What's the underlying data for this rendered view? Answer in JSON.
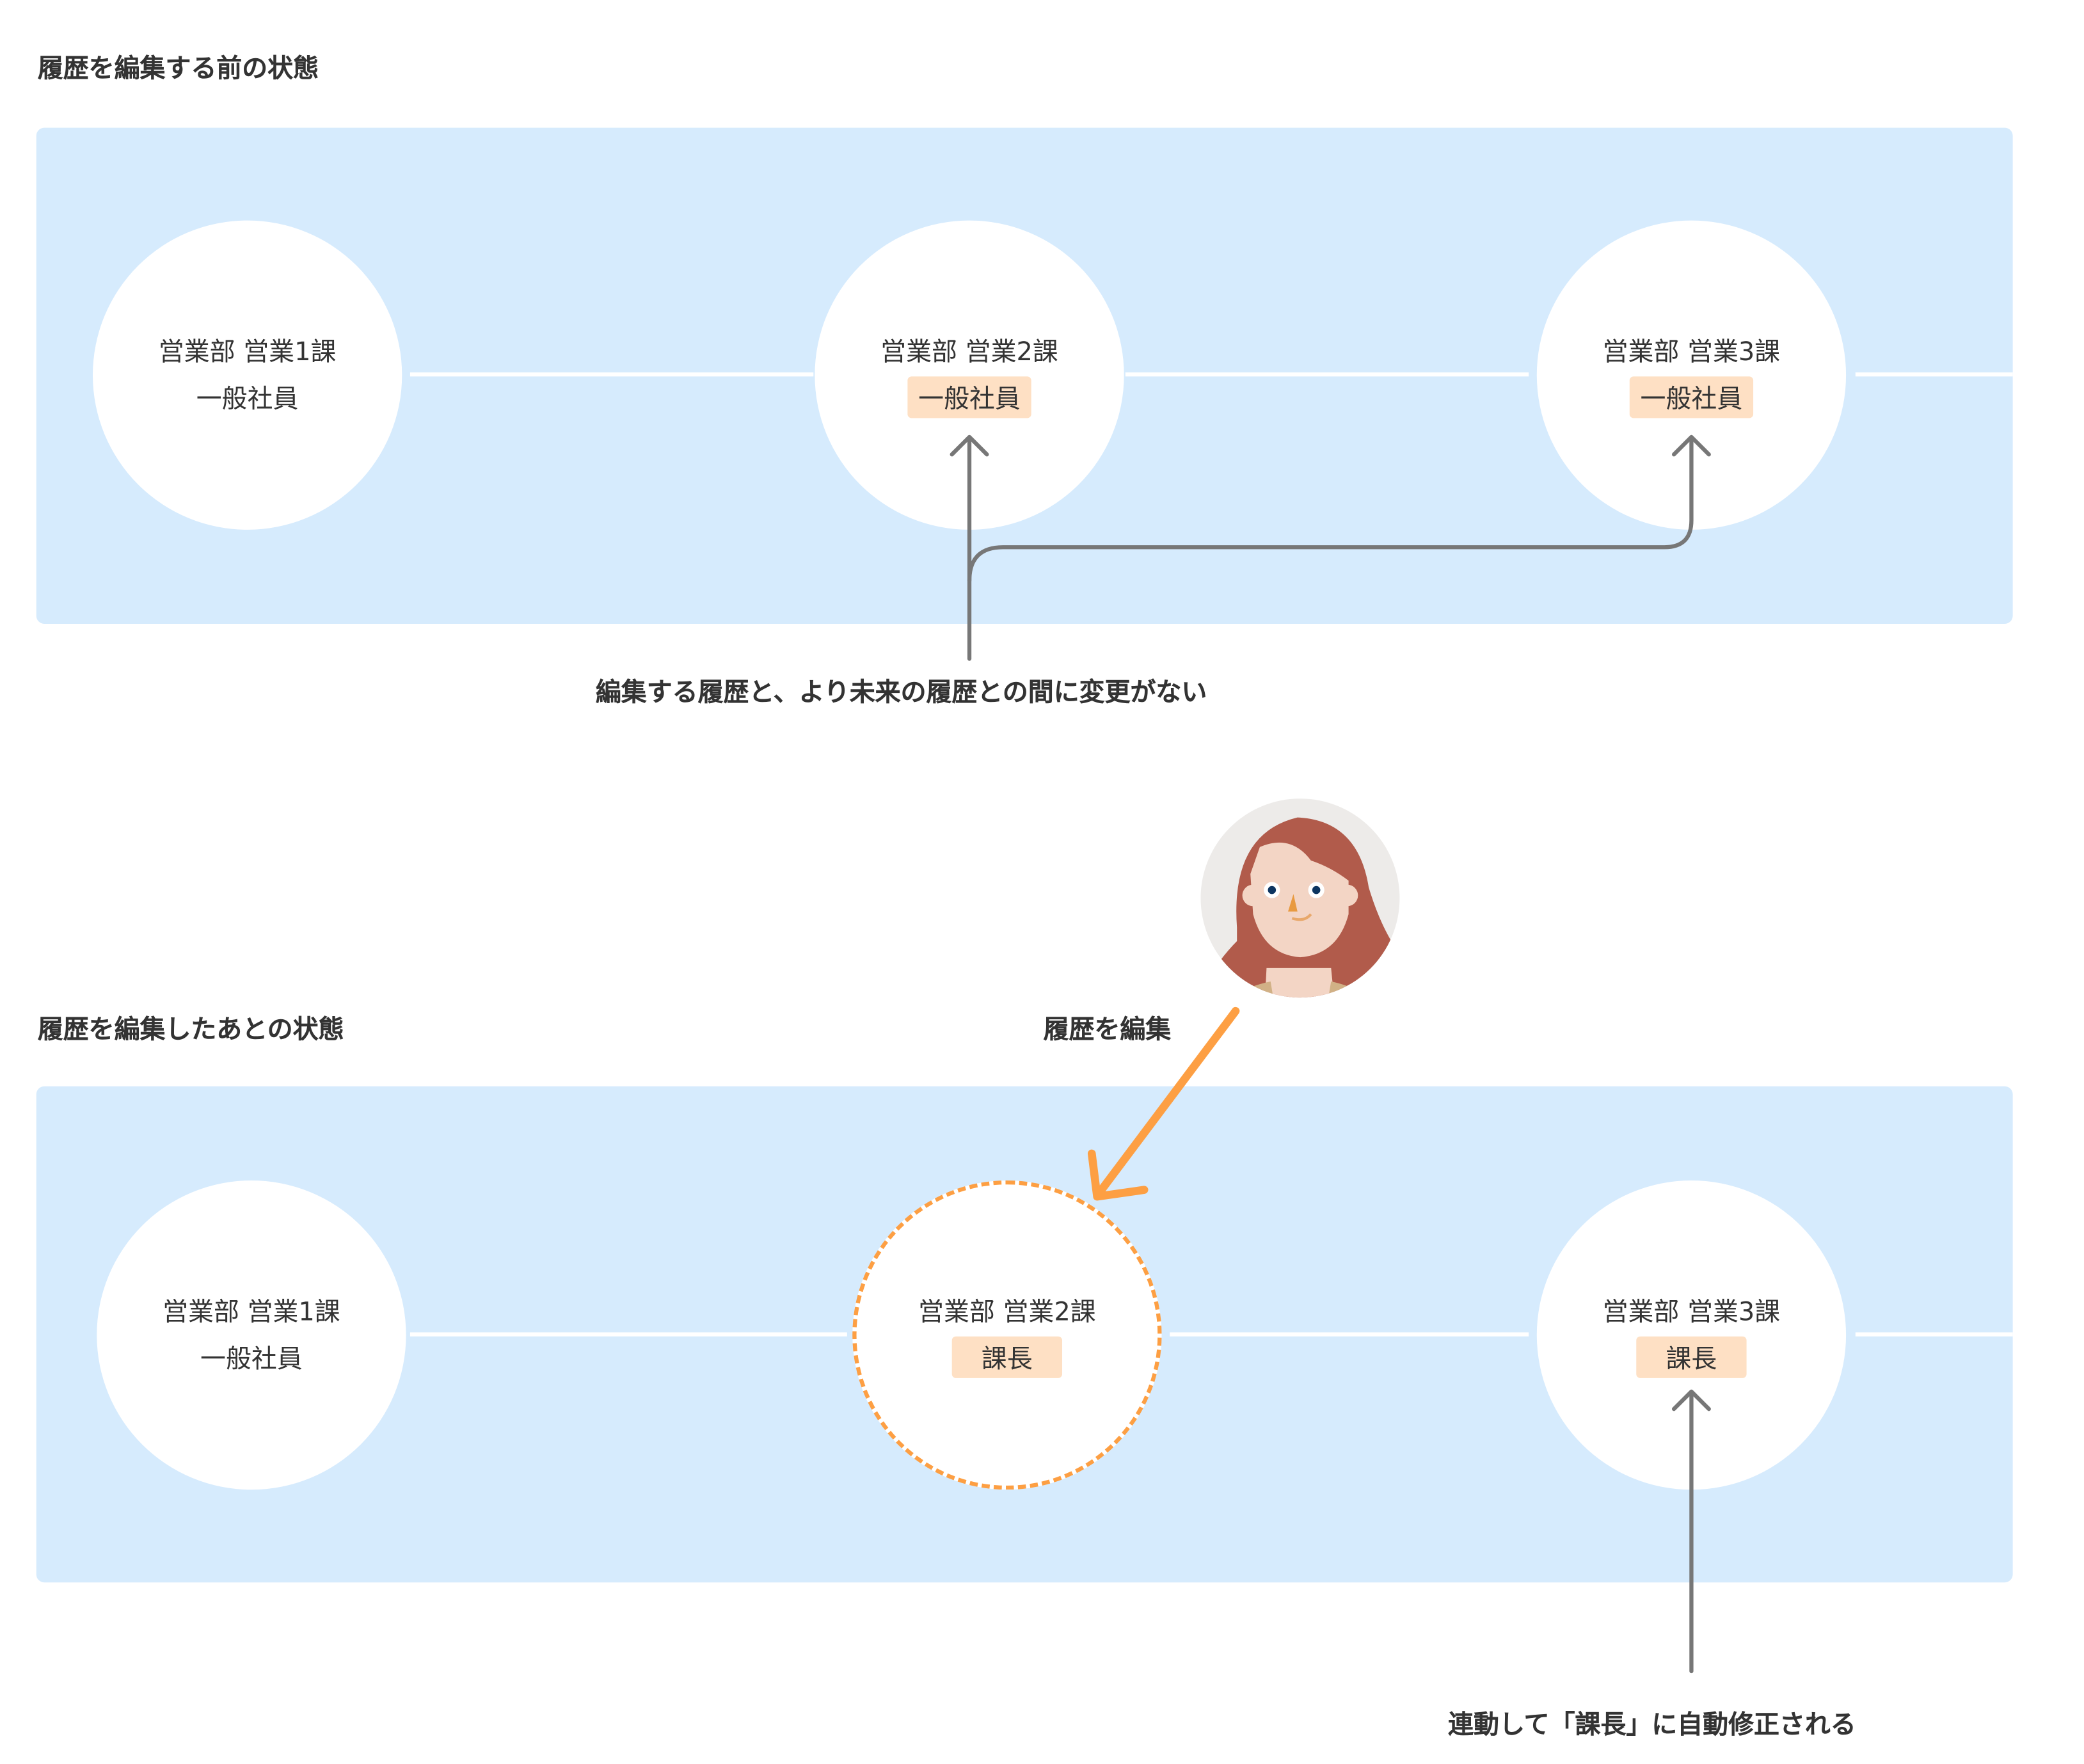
{
  "before": {
    "title": "履歴を編集する前の状態",
    "nodes": [
      {
        "dept": "営業部 営業1課",
        "role": "一般社員"
      },
      {
        "dept": "営業部 営業2課",
        "role": "一般社員"
      },
      {
        "dept": "営業部 営業3課",
        "role": "一般社員"
      }
    ],
    "caption": "編集する履歴と、より未来の履歴との間に変更がない"
  },
  "after": {
    "title": "履歴を編集したあとの状態",
    "edit_label": "履歴を編集",
    "nodes": [
      {
        "dept": "営業部 営業1課",
        "role": "一般社員"
      },
      {
        "dept": "営業部 営業2課",
        "role": "課長"
      },
      {
        "dept": "営業部 営業3課",
        "role": "課長"
      }
    ],
    "caption": "連動して「課長」に自動修正される"
  },
  "colors": {
    "panel": "#d6ebfd",
    "badge": "#fee0c4",
    "accent": "#fd9f43",
    "arrow": "#777777"
  }
}
